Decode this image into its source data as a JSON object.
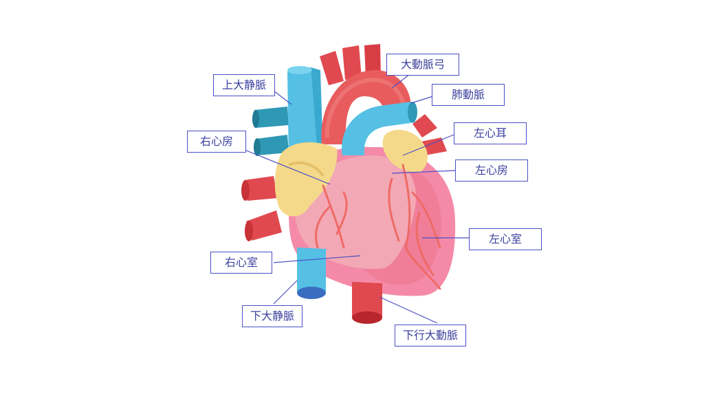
{
  "labels": {
    "aortic_arch": "大動脈弓",
    "superior_vena_cava": "上大静脈",
    "pulmonary_artery": "肺動脈",
    "left_auricle": "左心耳",
    "right_atrium": "右心房",
    "left_atrium": "左心房",
    "left_ventricle": "左心室",
    "right_ventricle": "右心室",
    "inferior_vena_cava": "下大静脈",
    "descending_aorta": "下行大動脈"
  },
  "colors": {
    "label_border": "#4a4fc4",
    "label_text": "#3a3f9c",
    "leader_line": "#4a4fc4",
    "artery_red": "#e0494f",
    "vein_blue": "#55c0e4",
    "vein_dark": "#2f98b5",
    "atrium_yellow": "#f5d98a",
    "heart_pink": "#f48aa8",
    "ventricle_pink": "#f3a8b5",
    "vessel_lines": "#ee6b66"
  }
}
